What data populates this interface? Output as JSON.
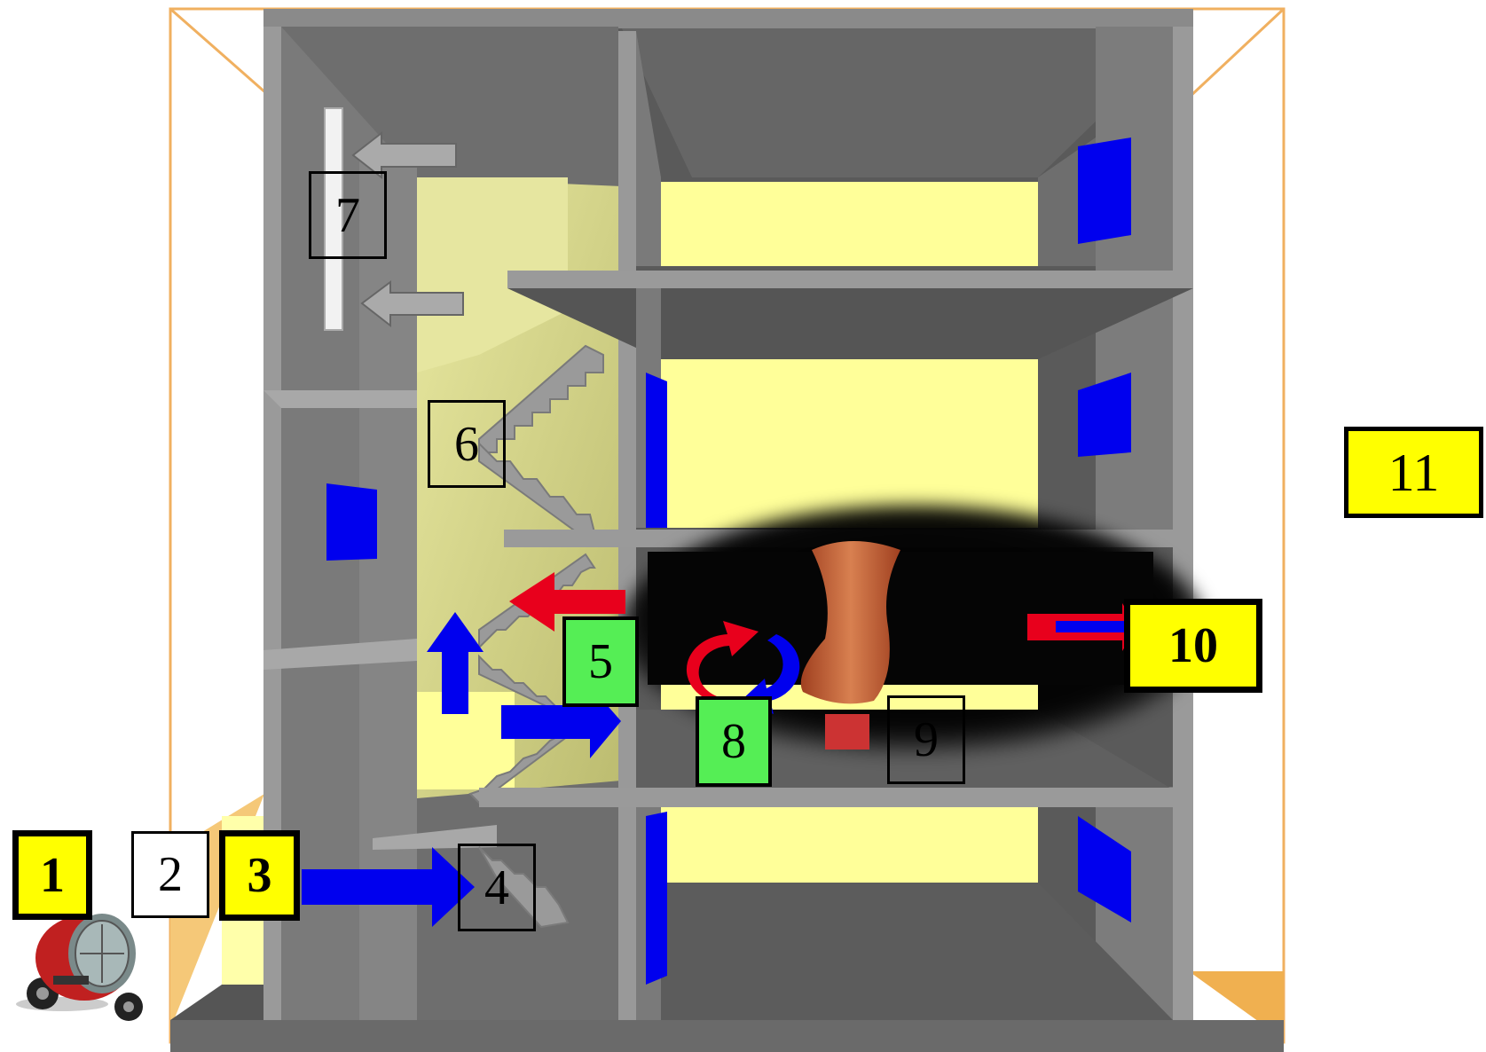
{
  "colors": {
    "wall": "#8c8c8c",
    "floor_dark": "#5a5a5a",
    "room_light": "#ffff99",
    "window_blue": "#0000ee",
    "smoke": "#000000",
    "fire": "#c0502a",
    "label_yellow": "#ffff00",
    "label_green": "#55ee55",
    "frame_orange": "#f0b060"
  },
  "labels": {
    "l1": "1",
    "l2": "2",
    "l3": "3",
    "l4": "4",
    "l5": "5",
    "l6": "6",
    "l7": "7",
    "l8": "8",
    "l9": "9",
    "l10": "10",
    "l11": "11"
  },
  "icons": {
    "fan": "ppv-fan-icon",
    "flow_arrow_blue": "air-flow-arrow",
    "flow_arrow_red": "smoke-flow-arrow",
    "flow_arrow_gray": "exhaust-arrow",
    "rotation": "circulation-icon",
    "fire": "fire-plume"
  }
}
